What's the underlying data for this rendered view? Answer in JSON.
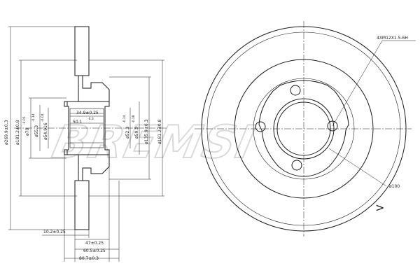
{
  "watermark": "BREMSI",
  "side_view_dimensions": {
    "d_outer": "ø269.9±0.3",
    "d_181": "ø181.2±0.8",
    "d_70": "ø70",
    "d_70_tol": "-0.05",
    "d_55": "ø55.3",
    "d_55_tol": "-0.14",
    "d_54": "ø54.916",
    "d_54_tol": "-0.04",
    "bore_34": "34.9±0.25",
    "bore_50": "50.1",
    "bore_50_tol": "-0.3",
    "d_52": "ø52.3",
    "d_52_tol": "-0.14",
    "d_59": "ø59.9",
    "d_59_tol": "-0.18",
    "d_135": "ø135.9±0.3",
    "d_181_right": "ø181.2±0.8",
    "thickness": "10.2±0.25",
    "width_47": "47±0.25",
    "width_60": "60.5±0.25",
    "width_80": "80.7±0.3"
  },
  "front_view_dimensions": {
    "thread": "4XM12X1.5-6H",
    "pcd": "ø100"
  },
  "rotation_mark": ">"
}
